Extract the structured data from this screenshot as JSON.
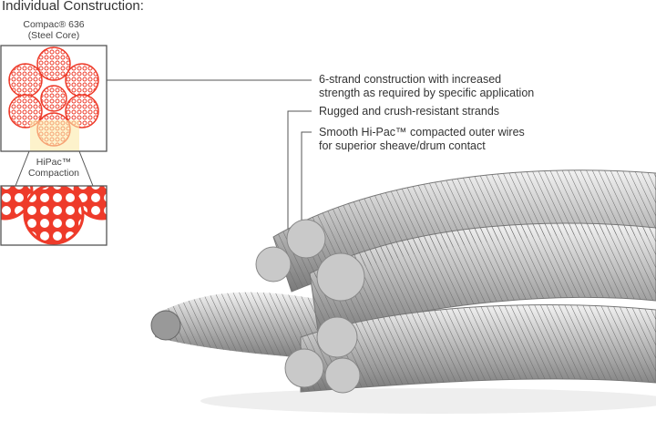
{
  "title": "Individual Construction:",
  "cross_section": {
    "name": "Compac® 636",
    "sub": "(Steel Core)"
  },
  "zoom_caption": {
    "line1": "HiPac™",
    "line2": "Compaction"
  },
  "callouts": [
    {
      "line1": "6-strand construction with increased",
      "line2": "strength as required by specific application"
    },
    {
      "line1": "Rugged and crush-resistant strands"
    },
    {
      "line1": "Smooth Hi-Pac™ compacted outer wires",
      "line2": "for superior sheave/drum contact"
    }
  ],
  "colors": {
    "wire": "#ee3b2a",
    "highlight": "#fbeaa8",
    "line": "#555555",
    "steel": "#b8b8b8"
  }
}
